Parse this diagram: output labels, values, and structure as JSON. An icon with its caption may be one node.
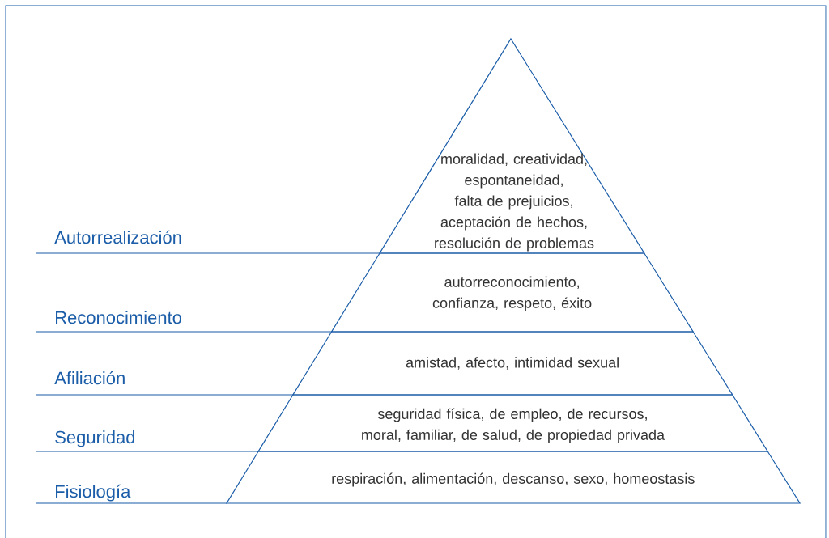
{
  "diagram": {
    "nodes": [
      {
        "text": [
          "moralidad, creatividad, espontaneidad, falta de prejuicios, aceptación de hechos, resolución de problemas"
        ]
      },
      {
        "text": [
          "autorreconocimiento, confianza, respeto, éxito"
        ]
      },
      {
        "text": [
          "amistad, afecto, intimidad sexual"
        ]
      },
      {
        "text": [
          "seguridad física, de empleo, de recursos, moral, familiar, de salud, de propiedad privada"
        ]
      },
      {
        "text": [
          "respiración, alimentación, descanso, sexo, homeostasis"
        ]
      }
    ],
    "labels": [
      "Autorrealización",
      "Reconocimiento",
      "Afiliación",
      "Seguridad",
      "Fisiología"
    ]
  }
}
